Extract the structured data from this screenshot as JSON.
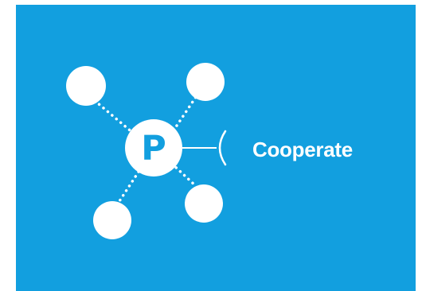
{
  "diagram": {
    "hub_letter": "P",
    "label": "Cooperate",
    "hub_connector": "hub-to-label-line",
    "satellites": [
      "top-left-node",
      "top-right-node",
      "bottom-left-node",
      "bottom-right-node"
    ]
  },
  "colors": {
    "background": "#129fdf",
    "foreground": "#ffffff",
    "letter": "#129fdf"
  }
}
